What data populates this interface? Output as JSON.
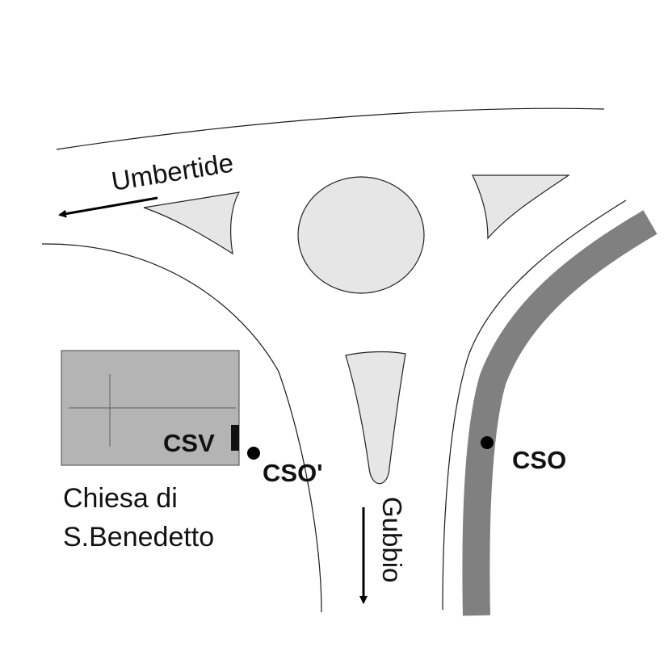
{
  "labels": {
    "umbertide": "Umbertide",
    "gubbio": "Gubbio",
    "church_line1": "Chiesa di",
    "church_line2": "S.Benedetto",
    "csv": "CSV",
    "cso_prime": "CSO'",
    "cso": "CSO"
  },
  "colors": {
    "background": "#ffffff",
    "road_edge": "#1a1a1a",
    "island_fill": "#e6e6e6",
    "church_fill": "#b4b4b4",
    "church_lines": "#6e6e6e",
    "railway": "#808080",
    "marker": "#000000"
  },
  "icons": {
    "umbertide_direction": "arrow-left-icon",
    "gubbio_direction": "arrow-down-icon"
  }
}
